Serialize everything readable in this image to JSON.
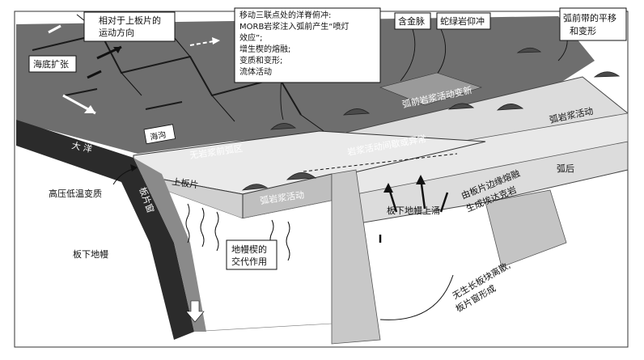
{
  "labels": {
    "relative_motion": [
      "相对于上板片的",
      "运动方向"
    ],
    "triple_junction": [
      "移动三联点处的洋脊俯冲:",
      "MORB岩浆注入弧前产生“喷灯",
      "效应”;",
      "增生楔的熔融;",
      "变质和变形;",
      "流体活动"
    ],
    "gold_veins": "含金脉",
    "serpentinite_diapir": "蛇绿岩仰冲",
    "forearc_translation": [
      "弧前带的平移",
      "和变形"
    ],
    "seafloor_spreading": "海底扩张",
    "forearc_magmatic_renewal": "弧前岩浆活动变新",
    "arc_magmatism_right": "弧岩浆活动",
    "magmatic_gap": "岩浆活动间歇或异常",
    "trench": "海沟",
    "amagmatic_forearc": "无岩浆前弧区",
    "ocean": "大 洋",
    "hp_lt_metamorphism": "高压低温变质",
    "slab_window": "板片窗",
    "upper_plate": "上板片",
    "arc_magmatism_left": "弧岩浆活动",
    "backarc": "弧后",
    "mantle_upwelling": "板下地幔上涌",
    "slab_edge_melting": [
      "由板片边缘熔融",
      "生成埃达克岩"
    ],
    "subslab_mantle": "板下地幔",
    "mantle_wedge": [
      "地幔楔的",
      "交代作用"
    ],
    "slab_window_formation": [
      "无生长板块离散,",
      "板片窗形成"
    ]
  },
  "colors": {
    "oceanic_plate": "#6e6e6e",
    "plate_top": "#e9e9e9",
    "plate_side": "#d4d4d4",
    "slab_dark": "#2b2b2b",
    "volcano": "#4a4a4a",
    "magma": "#8a8a8a"
  }
}
